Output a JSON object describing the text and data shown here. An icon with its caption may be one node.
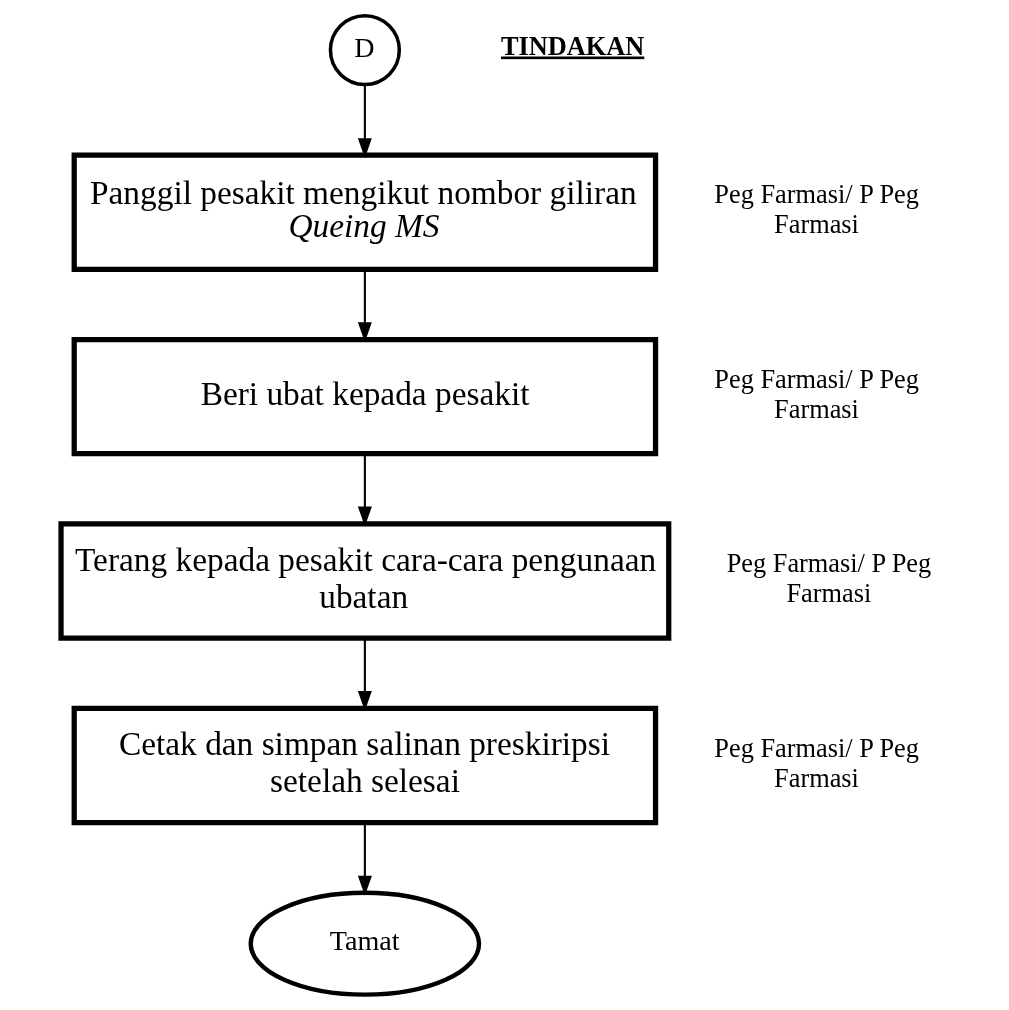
{
  "diagram": {
    "nodes": [
      {
        "text": [
          "D"
        ]
      },
      {
        "text": [
          "Panggil pesakit mengikut nombor giliran *Queing MS*"
        ],
        "beside": [
          "Peg Farmasi/ P Peg Farmasi"
        ]
      },
      {
        "text": [
          "Beri ubat kepada pesakit"
        ],
        "beside": [
          "Peg Farmasi/ P Peg Farmasi"
        ]
      },
      {
        "text": [
          "Terang kepada pesakit cara-cara pengunaan ubatan"
        ],
        "beside": [
          "Peg Farmasi/ P Peg Farmasi"
        ]
      },
      {
        "text": [
          "Cetak dan simpan salinan preskiripsi setelah selesai"
        ],
        "beside": [
          "Peg Farmasi/ P Peg Farmasi"
        ]
      },
      {
        "text": [
          "Tamat"
        ]
      }
    ],
    "edges": [
      {
        "from": 0,
        "to": 1,
        "arrow": "to"
      },
      {
        "from": 1,
        "to": 2,
        "arrow": "to"
      },
      {
        "from": 2,
        "to": 3,
        "arrow": "to"
      },
      {
        "from": 3,
        "to": 4,
        "arrow": "to"
      },
      {
        "from": 4,
        "to": 5,
        "arrow": "to"
      }
    ],
    "labels": [
      "TINDAKAN"
    ]
  }
}
